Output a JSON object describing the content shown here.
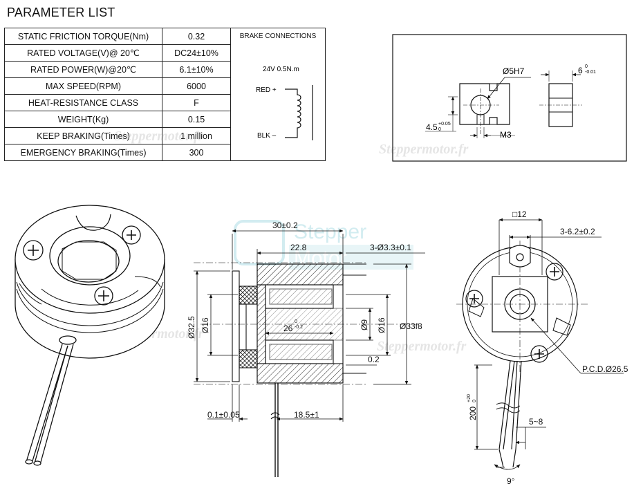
{
  "title": "PARAMETER LIST",
  "parameters": [
    {
      "label": "STATIC FRICTION TORQUE(Nm)",
      "value": "0.32"
    },
    {
      "label": "RATED VOLTAGE(V)@ 20℃",
      "value": "DC24±10%"
    },
    {
      "label": "RATED POWER(W)@20℃",
      "value": "6.1±10%"
    },
    {
      "label": "MAX SPEED(RPM)",
      "value": "6000"
    },
    {
      "label": "HEAT-RESISTANCE CLASS",
      "value": "F"
    },
    {
      "label": "WEIGHT(Kg)",
      "value": "0.15"
    },
    {
      "label": "KEEP BRAKING(Times)",
      "value": "1 million"
    },
    {
      "label": "EMERGENCY BRAKING(Times)",
      "value": "300"
    }
  ],
  "brake_connections": {
    "title": "BRAKE CONNECTIONS",
    "rating": "24V  0.5N.m",
    "red": "RED +",
    "blk": "BLK –"
  },
  "detail_view": {
    "bore": "Ø5H7",
    "key_main": "4.5",
    "key_tol_up": "+0.05",
    "key_tol_low": "0",
    "screw": "M3",
    "thickness_main": "6",
    "thickness_tol_up": "0",
    "thickness_tol_low": "-0.01"
  },
  "section_view": {
    "overall_length": "30±0.2",
    "body_length": "22.8",
    "holes": "3-Ø3.3±0.1",
    "dia_outer_flange": "Ø32.5",
    "dia_16_left": "Ø16",
    "inner_main": "26",
    "inner_tol_up": "0",
    "inner_tol_low": "-0.2",
    "dia_9": "Ø9",
    "dia_16_right": "Ø16",
    "dia_33": "Ø33f8",
    "gap": "0.2",
    "air_gap": "0.1±0.05",
    "lead_len": "18.5±1"
  },
  "front_view": {
    "square": "□12",
    "slots": "3-6.2±0.2",
    "pcd": "P.C.D.Ø26.5",
    "lead_main": "200",
    "lead_tol_up": "+20",
    "lead_tol_low": "0",
    "strip": "5~8",
    "angle": "9°"
  },
  "watermark": "Steppermotor.fr",
  "logo_text": [
    "Stepper",
    "Motor"
  ]
}
